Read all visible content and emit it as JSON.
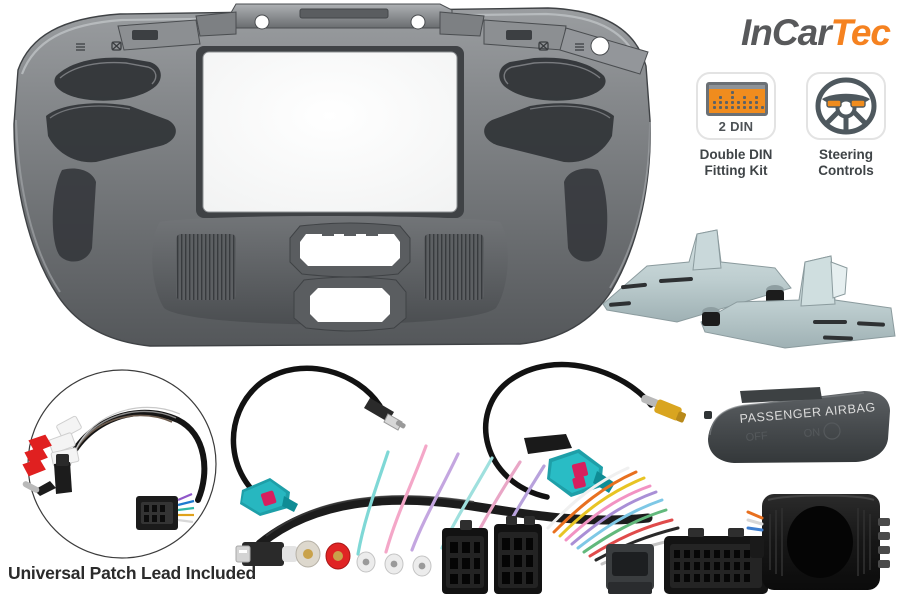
{
  "brand": {
    "part1": "InCar",
    "part2": "Tec",
    "color_dark": "#58595b",
    "color_accent": "#f58220"
  },
  "badges": [
    {
      "icon": "double-din-radio-icon",
      "screen_text": "2 DIN",
      "label_line1": "Double DIN",
      "label_line2": "Fitting Kit"
    },
    {
      "icon": "steering-wheel-icon",
      "screen_text": "",
      "label_line1": "Steering",
      "label_line2": "Controls"
    }
  ],
  "caption": {
    "text": "Universal Patch Lead Included"
  },
  "parts": {
    "fascia": {
      "name": "Double DIN dash fascia panel",
      "finish_color": "#7d8083"
    },
    "brackets": {
      "name": "Metal mounting brackets",
      "color": "#b9c8ca",
      "count": 2
    },
    "patch_lead": {
      "name": "Universal patch lead with 3.5mm jack",
      "connector_color": "#1b1b1b"
    },
    "antenna_adapter_1": {
      "name": "Fakra to DIN antenna adapter",
      "fakra_color": "#1e9fa8"
    },
    "antenna_adapter_2": {
      "name": "Fakra to SMB antenna adapter",
      "fakra_color": "#1e9fa8",
      "tip_color": "#d9a520"
    },
    "airbag_panel": {
      "name": "Passenger airbag indicator panel",
      "text": "PASSENGER AIRBAG",
      "sub_off": "OFF",
      "sub_on": "ON",
      "body_color": "#4a4e50"
    },
    "harness": {
      "name": "Vehicle wiring harness with ISO and multi-pin connectors"
    },
    "interface_box": {
      "name": "Steering control interface module",
      "color": "#151515"
    }
  }
}
